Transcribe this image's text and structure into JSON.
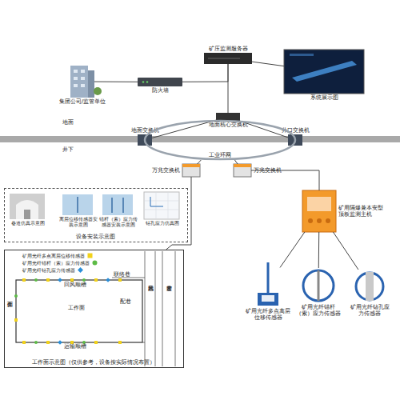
{
  "diagram": {
    "nodes": [
      {
        "text": [
          "集团公司/监管单位"
        ]
      },
      {
        "text": [
          "防火墙"
        ]
      },
      {
        "text": [
          "矿压监测服务器"
        ]
      },
      {
        "text": [
          "系统展示图"
        ]
      },
      {
        "text": [
          "地面交换机"
        ]
      },
      {
        "text": [
          "地面核心交换机"
        ]
      },
      {
        "text": [
          "井口交换机"
        ]
      },
      {
        "text": [
          "工业环网"
        ]
      },
      {
        "text": [
          "万兆交换机"
        ]
      },
      {
        "text": [
          "万兆交换机"
        ]
      },
      {
        "text": [
          "矿用隔爆兼本安型顶板监测主机"
        ]
      },
      {
        "text": [
          "矿用光纤多点离层位移传感器"
        ]
      },
      {
        "text": [
          "矿用光纤锚杆（索）应力传感器"
        ]
      },
      {
        "text": [
          "矿用光纤钻孔应力传感器"
        ]
      },
      {
        "text": [
          "设备安装示意图"
        ]
      },
      {
        "text": [
          "巷道仿真示意图"
        ],
        "in": 14
      },
      {
        "text": [
          "离层位移传感器安装示意图"
        ],
        "in": 14
      },
      {
        "text": [
          "锚杆（索）应力传感器安装示意图"
        ],
        "in": 14
      },
      {
        "text": [
          "钻孔应力仿真图"
        ],
        "in": 14
      },
      {
        "text": [
          "工作面示意图（仅供参考，设备按实际情况布置）"
        ]
      }
    ],
    "edges": [
      {
        "from": 0,
        "to": 1,
        "arrow": "none"
      },
      {
        "from": 1,
        "to": 2,
        "arrow": "none"
      },
      {
        "from": 2,
        "to": 3,
        "arrow": "none"
      },
      {
        "from": 2,
        "to": 5,
        "arrow": "none"
      },
      {
        "from": 4,
        "to": 5,
        "arrow": "none"
      },
      {
        "from": 5,
        "to": 6,
        "arrow": "none"
      },
      {
        "from": 8,
        "to": 7,
        "arrow": "none"
      },
      {
        "from": 9,
        "to": 7,
        "arrow": "none"
      },
      {
        "from": 9,
        "to": 10,
        "arrow": "none"
      },
      {
        "from": 10,
        "to": 11,
        "arrow": "none"
      },
      {
        "from": 10,
        "to": 12,
        "arrow": "none"
      },
      {
        "from": 10,
        "to": 13,
        "arrow": "none"
      },
      {
        "from": 8,
        "to": 19,
        "arrow": "none"
      }
    ],
    "labels": [
      "地面",
      "井下",
      "回风顺槽",
      "联络巷",
      "工作面",
      "工作面",
      "配巷",
      "回风巷",
      "皮带巷",
      "运输顺槽"
    ],
    "legend": [
      {
        "text": "矿用光纤多点离层位移传感器",
        "color": "#f2d21b"
      },
      {
        "text": "矿用光纤锚杆（索）应力传感器",
        "color": "#5dbb46"
      },
      {
        "text": "矿用光纤钻孔应力传感器",
        "color": "#2b8fd8"
      }
    ]
  }
}
